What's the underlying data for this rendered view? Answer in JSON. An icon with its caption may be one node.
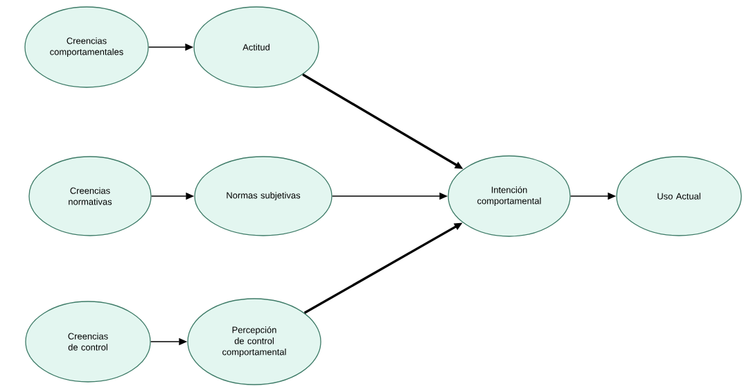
{
  "diagram": {
    "nodes": [
      {
        "text": [
          "Creencias comportamentales"
        ]
      },
      {
        "text": [
          "Actitud"
        ]
      },
      {
        "text": [
          "Creencias normativas"
        ]
      },
      {
        "text": [
          "Normas subjetivas"
        ]
      },
      {
        "text": [
          "Intención comportamental"
        ]
      },
      {
        "text": [
          "Uso Actual"
        ]
      },
      {
        "text": [
          "Creencias de control"
        ]
      },
      {
        "text": [
          "Percepción de control comportamental"
        ]
      }
    ],
    "edges": [
      {
        "from": 0,
        "to": 1,
        "arrow": "to"
      },
      {
        "from": 1,
        "to": 4,
        "arrow": "to",
        "style": "thick"
      },
      {
        "from": 2,
        "to": 3,
        "arrow": "to"
      },
      {
        "from": 3,
        "to": 4,
        "arrow": "to"
      },
      {
        "from": 4,
        "to": 5,
        "arrow": "to"
      },
      {
        "from": 6,
        "to": 7,
        "arrow": "to"
      },
      {
        "from": 7,
        "to": 4,
        "arrow": "to",
        "style": "thick"
      }
    ]
  }
}
